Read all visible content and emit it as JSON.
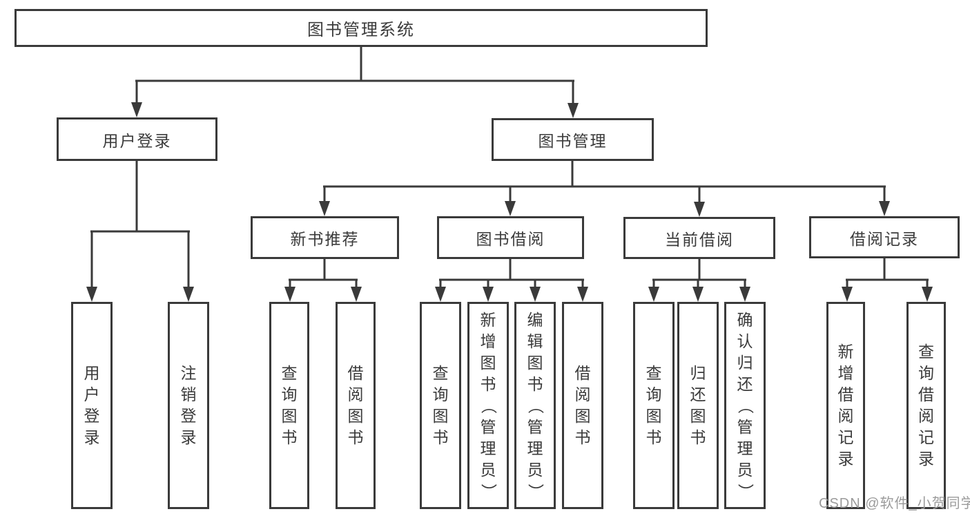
{
  "tree": {
    "label": "图书管理系统",
    "children": [
      {
        "label": "用户登录",
        "children": [
          {
            "label": "用户登录"
          },
          {
            "label": "注销登录"
          }
        ]
      },
      {
        "label": "图书管理",
        "children": [
          {
            "label": "新书推荐",
            "children": [
              {
                "label": "查询图书"
              },
              {
                "label": "借阅图书"
              }
            ]
          },
          {
            "label": "图书借阅",
            "children": [
              {
                "label": "查询图书"
              },
              {
                "label": "新增图书（管理员）"
              },
              {
                "label": "编辑图书（管理员）"
              },
              {
                "label": "借阅图书"
              }
            ]
          },
          {
            "label": "当前借阅",
            "children": [
              {
                "label": "查询图书"
              },
              {
                "label": "归还图书"
              },
              {
                "label": "确认归还（管理员）"
              }
            ]
          },
          {
            "label": "借阅记录",
            "children": [
              {
                "label": "新增借阅记录"
              },
              {
                "label": "查询借阅记录"
              }
            ]
          }
        ]
      }
    ]
  },
  "watermark": {
    "text": "CSDN @软件_小贺同学"
  },
  "colors": {
    "line": "#3a3a3a",
    "text": "#3b3b3b",
    "watermark": "#9b9b9b",
    "background": "#ffffff"
  }
}
